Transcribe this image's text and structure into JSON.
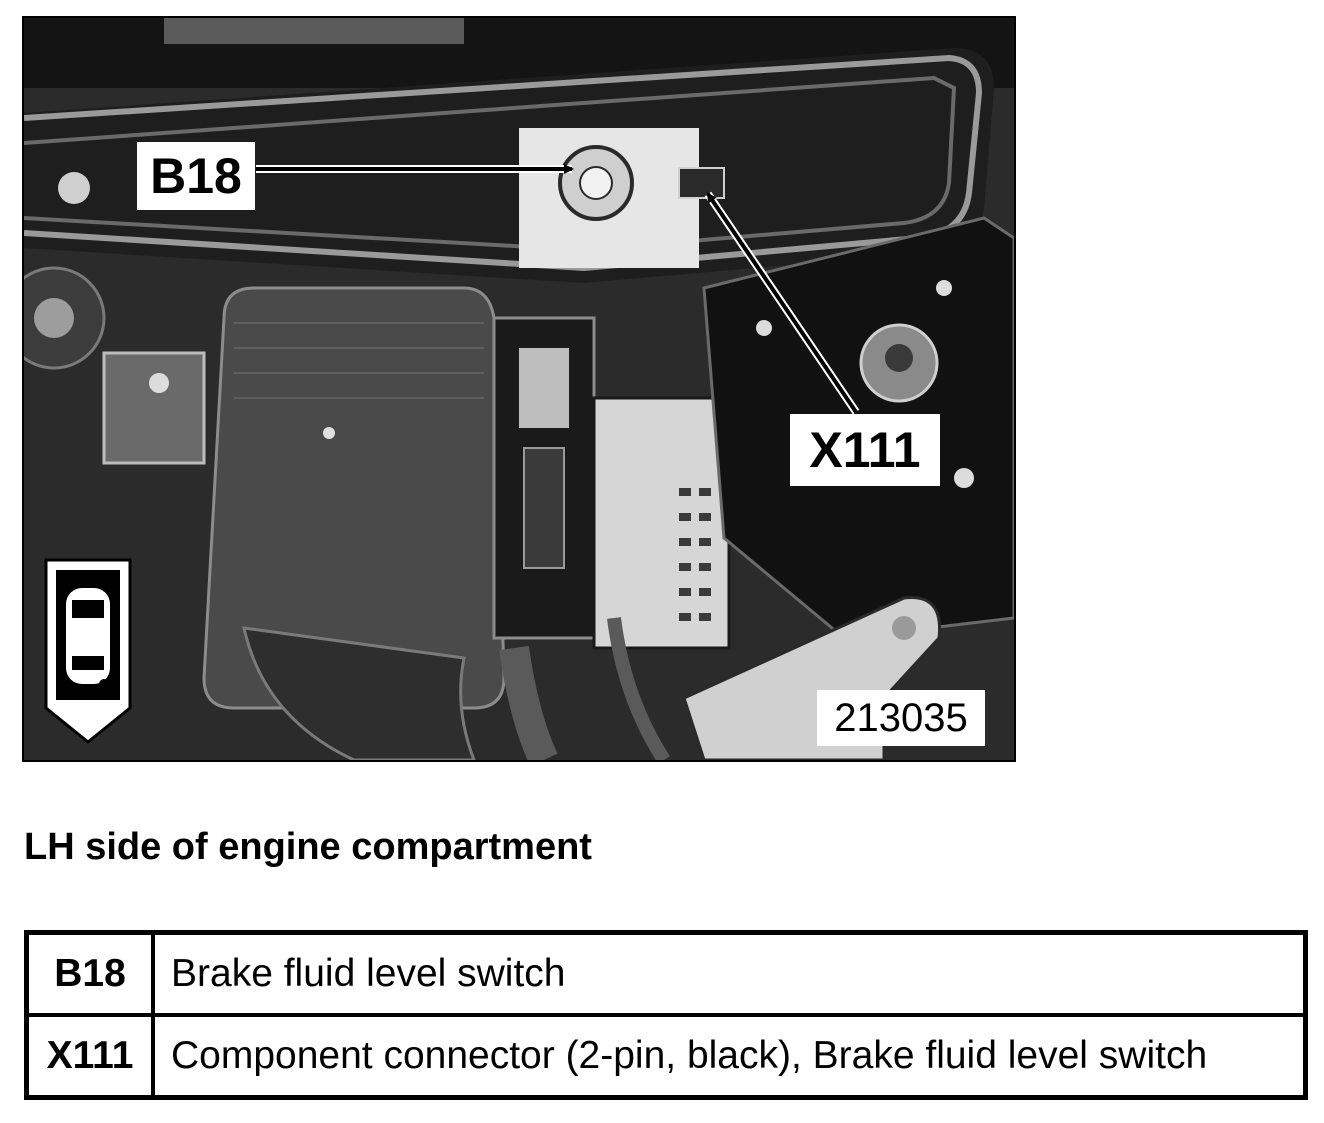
{
  "figure": {
    "callouts": {
      "b18": "B18",
      "x111": "X111"
    },
    "figure_number": "213035",
    "view_icon": "car-top-view-icon"
  },
  "caption": "LH side of engine compartment",
  "legend": [
    {
      "code": "B18",
      "description": "Brake fluid level switch"
    },
    {
      "code": "X111",
      "description": "Component connector (2-pin, black), Brake fluid level switch"
    }
  ]
}
